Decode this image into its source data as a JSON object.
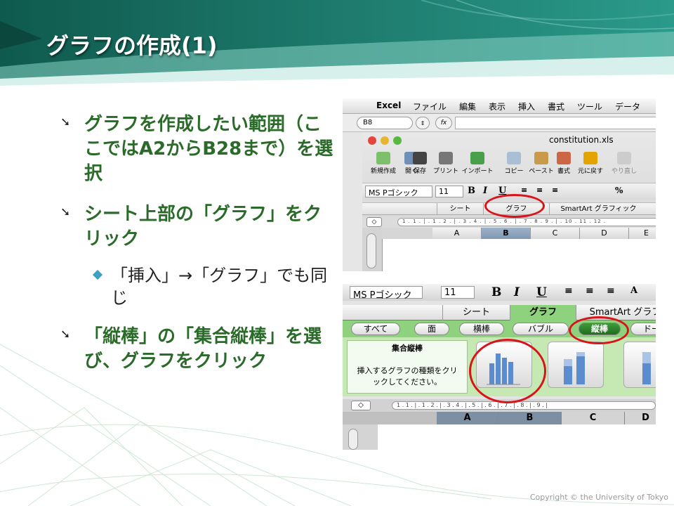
{
  "slide": {
    "title": "グラフの作成(1)",
    "bullets": [
      "グラフを作成したい範囲（ここではA2からB28まで）を選択",
      "シート上部の「グラフ」をクリック",
      "「縦棒」の「集合縦棒」を選び、グラフをクリック"
    ],
    "sub_bullet": "「挿入」→「グラフ」でも同じ",
    "bullet_icon": "arrow-down-right-icon",
    "sub_bullet_icon": "diamond-icon",
    "copyright": "Copyright © the University of Tokyo",
    "colors": {
      "title_bg": "#1a7466",
      "bullet_text": "#2a6b2a",
      "highlight": "#d8141a",
      "green_bar": "#8fd27e"
    }
  },
  "excel1": {
    "menu": {
      "app": "Excel",
      "items": [
        "ファイル",
        "編集",
        "表示",
        "挿入",
        "書式",
        "ツール",
        "データ"
      ]
    },
    "name_box": "B8",
    "fx_label": "fx",
    "window_title": "constitution.xls",
    "toolbar": [
      "新規作成",
      "開く",
      "保存",
      "プリント",
      "インポート",
      "コピー",
      "ペースト",
      "書式",
      "元に戻す",
      "やり直し"
    ],
    "font_name": "MS Pゴシック",
    "font_size": "11",
    "bold": "B",
    "italic": "I",
    "underline": "U",
    "pct": "%",
    "tabs": [
      "シート",
      "グラフ",
      "SmartArt グラフィック"
    ],
    "ruler": "1 . 1 . | . 1 . 2 . | . 3 . 4 . | . 5 . 6 . | . 7 . 8 . 9 . | . 10 . 11 . 12 .",
    "columns": [
      "A",
      "B",
      "C",
      "D",
      "E"
    ]
  },
  "excel2": {
    "font_name": "MS Pゴシック",
    "font_size": "11",
    "bold": "B",
    "italic": "I",
    "underline": "U",
    "format_label": "A",
    "tabs": [
      "シート",
      "グラフ",
      "SmartArt グラフ"
    ],
    "categories": [
      "すべて",
      "面",
      "横棒",
      "バブル",
      "縦棒",
      "ドー"
    ],
    "gallery_title": "集合縦棒",
    "gallery_hint": "挿入するグラフの種類をクリックしてください。",
    "ruler": "1 . 1 . | . 1 . 2 . | . 3 . 4 . | . 5 . | . 6 . | . 7 . | . 8 . | . 9 . |",
    "columns": [
      "A",
      "B",
      "C",
      "D"
    ]
  }
}
